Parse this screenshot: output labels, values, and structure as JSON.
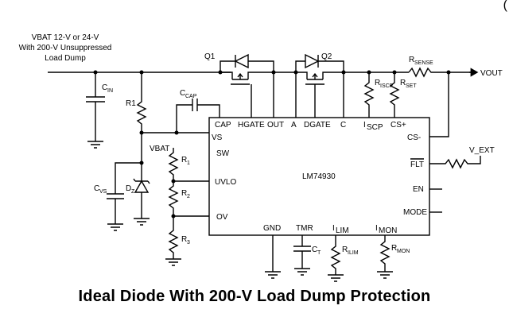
{
  "corner_mark": "(",
  "caption": "Ideal Diode With 200-V Load Dump Protection",
  "input": {
    "line1": "VBAT 12-V or 24-V",
    "line2": "With 200-V Unsuppressed",
    "line3": "Load Dump"
  },
  "output_label": "VOUT",
  "ic": {
    "name": "LM74930",
    "pins": {
      "cap": "CAP",
      "hgate": "HGATE",
      "out": "OUT",
      "a": "A",
      "dgate": "DGATE",
      "c": "C",
      "iscp_main": "I",
      "iscp_sub": "SCP",
      "csp": "CS+",
      "vs": "VS",
      "sw": "SW",
      "uvlo": "UVLO",
      "ov": "OV",
      "csm": "CS-",
      "flt": "FLT",
      "en": "EN",
      "mode": "MODE",
      "gnd": "GND",
      "tmr": "TMR",
      "ilim_main": "I",
      "ilim_sub": "LIM",
      "imon_main": "I",
      "imon_sub": "MON"
    }
  },
  "components": {
    "cin_main": "C",
    "cin_sub": "IN",
    "r1": "R1",
    "ccap_main": "C",
    "ccap_sub": "CAP",
    "q1": "Q1",
    "q2": "Q2",
    "rsense_main": "R",
    "rsense_sub": "SENSE",
    "riscp_main": "R",
    "riscp_sub": "ISCP",
    "rset_main": "R",
    "rset_sub": "SET",
    "vbat": "VBAT",
    "r1div_main": "R",
    "r1div_sub": "1",
    "r2div_main": "R",
    "r2div_sub": "2",
    "r3div_main": "R",
    "r3div_sub": "3",
    "cvs_main": "C",
    "cvs_sub": "VS",
    "dz_main": "D",
    "dz_sub": "Z",
    "ct_main": "C",
    "ct_sub": "T",
    "rilim_main": "R",
    "rilim_sub": "ILIM",
    "rmon_main": "R",
    "rmon_sub": "MON",
    "vext": "V_EXT"
  }
}
